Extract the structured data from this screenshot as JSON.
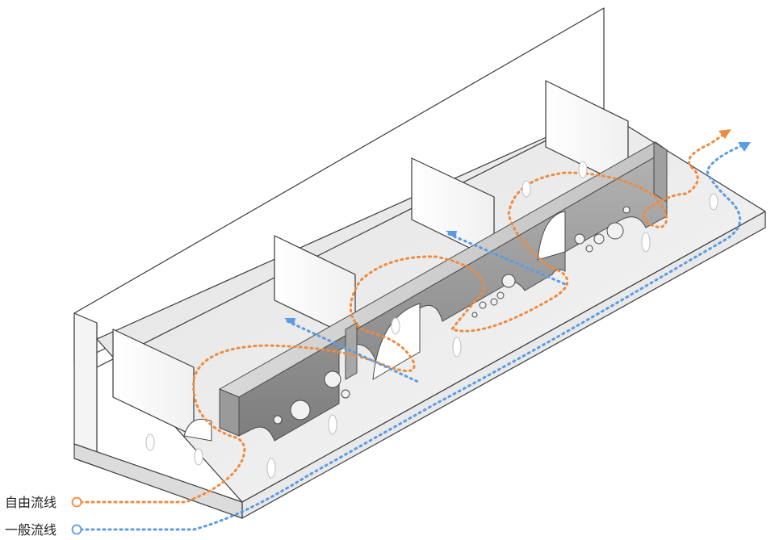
{
  "legend": {
    "items": [
      {
        "label": "自由流线",
        "color": "#F08A3C",
        "style": "dotted"
      },
      {
        "label": "一般流线",
        "color": "#5B9BE6",
        "style": "dotted"
      }
    ]
  },
  "colors": {
    "free_path": "#F08A3C",
    "general_path": "#5B9BE6",
    "structure": "#8E8E8E",
    "floor": "#F1F1F1",
    "wall": "#FFFFFF",
    "outline": "#3A3A3A"
  },
  "icons": [
    "arrow-head-icon",
    "legend-circle-icon"
  ]
}
